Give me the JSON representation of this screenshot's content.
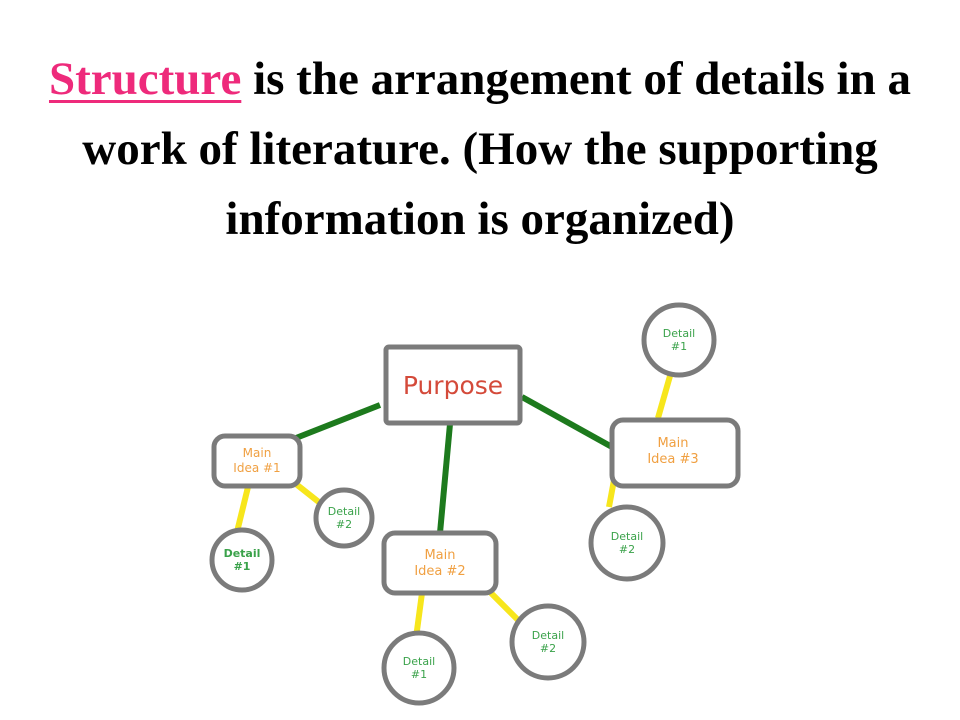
{
  "heading": {
    "term": "Structure",
    "rest": " is the arrangement of details in a work of literature.  (How the supporting information is organized)"
  },
  "colors": {
    "term": "#ee2a7b",
    "text": "#000000",
    "box_stroke": "#7b7b7b",
    "purpose_text": "#d44a3a",
    "main_idea_text": "#f0a042",
    "detail_text": "#3aa24a",
    "green_line": "#1d7a1d",
    "yellow_line": "#f7e61c"
  },
  "diagram": {
    "purpose": "Purpose",
    "main_ideas": [
      {
        "line1": "Main",
        "line2": "Idea #1"
      },
      {
        "line1": "Main",
        "line2": "Idea #2"
      },
      {
        "line1": "Main",
        "line2": "Idea #3"
      }
    ],
    "details": [
      {
        "line1": "Detail",
        "line2": "#1"
      },
      {
        "line1": "Detail",
        "line2": "#2"
      },
      {
        "line1": "Detail",
        "line2": "#1"
      },
      {
        "line1": "Detail",
        "line2": "#2"
      },
      {
        "line1": "Detail",
        "line2": "#1"
      },
      {
        "line1": "Detail",
        "line2": "#2"
      }
    ]
  }
}
